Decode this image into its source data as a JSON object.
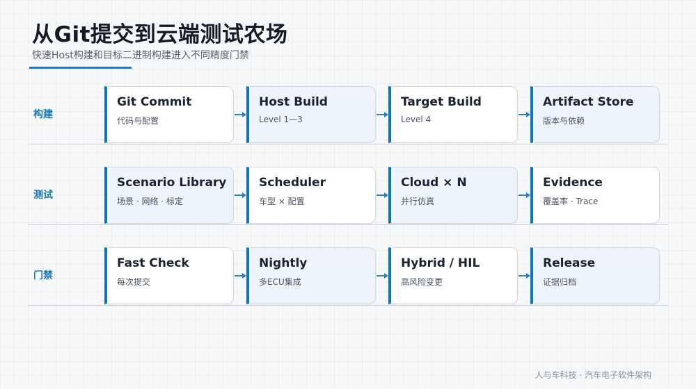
{
  "header": {
    "title": "从Git提交到云端测试农场",
    "subtitle": "快速Host构建和目标二进制构建进入不同精度门禁"
  },
  "rows": [
    {
      "label": "构建",
      "cards": [
        {
          "title": "Git Commit",
          "sub": "代码与配置"
        },
        {
          "title": "Host Build",
          "sub": "Level 1—3"
        },
        {
          "title": "Target Build",
          "sub": "Level 4"
        },
        {
          "title": "Artifact Store",
          "sub": "版本与依赖"
        }
      ]
    },
    {
      "label": "测试",
      "cards": [
        {
          "title": "Scenario Library",
          "sub": "场景 · 网络 · 标定"
        },
        {
          "title": "Scheduler",
          "sub": "车型 × 配置"
        },
        {
          "title": "Cloud × N",
          "sub": "并行仿真"
        },
        {
          "title": "Evidence",
          "sub": "覆盖率 · Trace"
        }
      ]
    },
    {
      "label": "门禁",
      "cards": [
        {
          "title": "Fast Check",
          "sub": "每次提交"
        },
        {
          "title": "Nightly",
          "sub": "多ECU集成"
        },
        {
          "title": "Hybrid / HIL",
          "sub": "高风险变更"
        },
        {
          "title": "Release",
          "sub": "证据归档"
        }
      ]
    }
  ],
  "footer": {
    "credit": "人与车科技 · 汽车电子软件架构"
  },
  "colors": {
    "accent": "#0f74b8",
    "row_label": "#1677b8",
    "card_tint": "#eef4fc",
    "card_white": "#ffffff"
  }
}
